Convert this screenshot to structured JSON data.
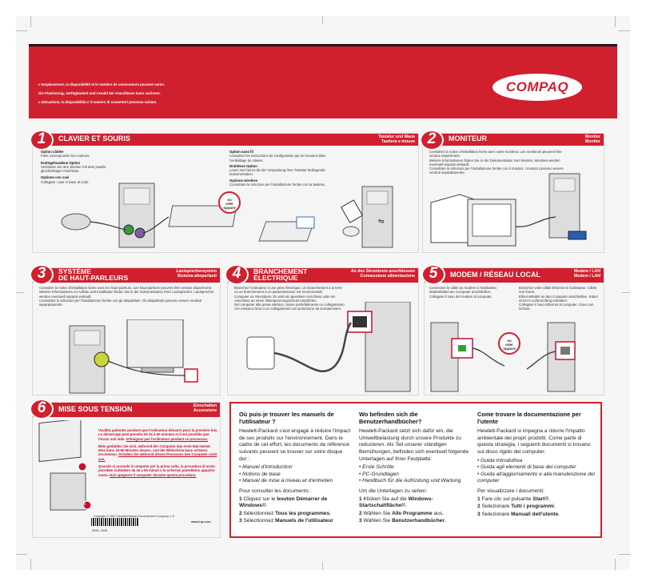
{
  "banner": {
    "line1": "L'emplacement, la disponibilité et le nombre de connecteurs peuvent varier.",
    "line2": "Die Platzierung, Verfügbarkeit und Anzahl der Anschlüsse kann variieren.",
    "line3": "L'ubicazione, la disponibilità e il numero di connettori possono variare.",
    "logo": "COMPAQ"
  },
  "or_badge": {
    "l1": "ou",
    "l2": "oder",
    "l3": "oppure"
  },
  "panel1": {
    "num": "1",
    "title": "CLAVIER ET SOURIS",
    "sub1": "Tastatur und Maus",
    "sub2": "Tastiera e mouse",
    "left": [
      {
        "b": "Option câblée",
        "t": "Faire correspondre les couleurs."
      },
      {
        "b": "Drahtgebundene Option",
        "t": "Verbinden Sie den Stecker mit dem jeweils gleichfarbigen Anschluss."
      },
      {
        "b": "Opzione con cavi",
        "t": "Collegare i cavi in base al color."
      }
    ],
    "right": [
      {
        "b": "Option sans fil",
        "t": "Consultez les instructions de configuration qui se trouvent dans l'emballage du clavier."
      },
      {
        "b": "Drahtlose Option",
        "t": "Lesen Sie hierzu die der Verpackung Ihrer Tastatur beiliegende Dokumentation."
      },
      {
        "b": "Opzione wireless",
        "t": "Consultare le istruzioni per l'installazione fornite con la tastiera."
      }
    ]
  },
  "panel2": {
    "num": "2",
    "title": "MONITEUR",
    "sub1": "Monitor",
    "sub2": "Monitor",
    "text": [
      "Consultez la notice d'installation livrée avec votre moniteur. Les moniteurs peuvent être vendus séparément.",
      "Weitere Informationen finden Sie in der Dokumentation zum Monitor. Monitore werden eventuell separat verkauft.",
      "Consultare le istruzioni per l'installazione fornite con il monitor. I monitor possono essere venduti separatamente."
    ]
  },
  "panel3": {
    "num": "3",
    "title1": "SYSTÈME",
    "title2": "DE HAUT-PARLEURS",
    "sub1": "Lautsprechersystem",
    "sub2": "Sistema altoparlanti",
    "text": [
      "Consulter la notice d'installation livrée avec les haut-parleurs. Les haut-parleurs peuvent être vendus séparément.",
      "Weitere Informationen zu Aufbau und Installation finden Sie in der Dokumentation Ihrer Lautsprecher. Lautsprecher werden eventuell separat verkauft.",
      "Consultare le istruzioni per l'installazione fornite con gli altoparlanti. Gli altoparlanti possono essere venduti separatamente."
    ]
  },
  "panel4": {
    "num": "4",
    "title1": "BRANCHEMENT",
    "title2": "ÉLECTRIQUE",
    "sub1": "An den Stromkreis anschliessen",
    "sub2": "Connessione alimentazione",
    "text": [
      "Branchez l'ordinateur à une prise électrique. Un branchement à la terre ou un branchement à un parasurtenseur est recommandé.",
      "Computer an Steckdose. Es wird ein geerdeter Anschluss oder ein Anschluss an einen Überspannungsschutz empfohlen.",
      "Del computer alla presa elettrica. Usare preferibilmente un collegamento con messa a terra o un collegamento con protezione da sovratensioni."
    ]
  },
  "panel5": {
    "num": "5",
    "title": "MODEM / RÉSEAU LOCAL",
    "sub1": "Modem / LAN",
    "sub2": "Modem / LAN",
    "left": [
      "Connectez le câble du modem à l'ordinateur.",
      "Modemkabel am Computer anschließen.",
      "Collegare il cavo del modem al computer."
    ],
    "right": [
      "Branchez votre câble Ethernet à l'ordinateur. Câble non fourni.",
      "Ethernetkabel an den Computer anschließen. Kabel nicht im Lieferumfang enthalten.",
      "Collegare il cavo Ethernet al computer. Cavo non incluso."
    ]
  },
  "panel6": {
    "num": "6",
    "title": "MISE SOUS TENSION",
    "sub1": "Einschalten",
    "sub2": "Accensione",
    "p1": "Veuillez patienter pendant que l'ordinateur démarre pour la première fois. Le démarrage peut prendre de 15 à 60 minutes et il est possible que l'écran soit vide.",
    "p1u": "N'éteignez pas l'ordinateur pendant ce processus.",
    "p2": "Bitte gedulden Sie sich, während der Computer das erste Mal startet. Dies kann 15-60 Minuten dauern, und der Bildschirm kann schwarz erscheinen.",
    "p2u": "Schalten Sie während dieses Prozesses den Computer nicht aus.",
    "p3": "Quando si accende il computer per la prima volta, la procedura di avvio potrebbe richiedere da 15 a 60 minuti e lo schermo potrebbero apparire vuoto.",
    "p3u": "Non spegnere il computer durante questa procedura.",
    "m1": "1",
    "m2": "2",
    "copyright": "Copyright © 2007 Hewlett-Packard Development Company, L.P.",
    "printed": "Printed in",
    "web": "www.hp.com",
    "barcode_text": "5991-7608"
  },
  "info": {
    "fr": {
      "title": "Où puis-je trouver les manuels de l'utilisateur ?",
      "intro": "Hewlett-Packard s'est engagé à réduire l'impact de ses produits sur l'environnement. Dans le cadre de cet effort, les documents de référence suivants peuvent se trouver sur votre disque dur :",
      "items": [
        "Manuel d'introduction",
        "Notions de base",
        "Manuel de mise à niveau et d'entretien"
      ],
      "consult": "Pour consulter les documents :",
      "steps": [
        {
          "n": "1",
          "a": "Cliquez sur le ",
          "b": "bouton Démarrer de Windows",
          "c": "®."
        },
        {
          "n": "2",
          "a": "Sélectionnez ",
          "b": "Tous les programmes",
          "c": "."
        },
        {
          "n": "3",
          "a": "Sélectionnez ",
          "b": "Manuels de l'utilisateur",
          "c": ""
        }
      ]
    },
    "de": {
      "title": "Wo befinden sich die Benutzerhandbücher?",
      "intro": "Hewlett-Packard setzt sich dafür ein, die Umweltbelastung durch unsere Produkte zu reduzieren. Als Teil unserer ständigen Bemühungen, befinden sich eventuell folgende Unterlagen auf Ihrer Festplatte:",
      "items": [
        "Erste Schritte",
        "PC-Grundlagen",
        "Handbuch für die Aufrüstung und Wartung"
      ],
      "consult": "Um die Unterlagen zu sehen:",
      "steps": [
        {
          "n": "1",
          "a": "Klicken Sie auf die ",
          "b": "Windows-Startschaltfläche",
          "c": "®."
        },
        {
          "n": "2",
          "a": "Wählen Sie ",
          "b": "Alle Programme",
          "c": " aus."
        },
        {
          "n": "3",
          "a": "Wählen Sie ",
          "b": "Benutzerhandbücher",
          "c": "."
        }
      ]
    },
    "it": {
      "title": "Come trovare la documentazione per l'utente",
      "intro": "Hewlett-Packard si impegna a ridurre l'impatto ambientale dei propri prodotti. Come parte di questa strategia, i seguenti documenti si trovano sul disco rigido del computer:",
      "items": [
        "Guida Introduttiva",
        "Guida agli elementi di base del computer",
        "Guida all'aggiornamento e alla manutenzione del computer"
      ],
      "consult": "Per visualizzare i documenti:",
      "steps": [
        {
          "n": "1",
          "a": "Fare clic sul pulsante ",
          "b": "Start",
          "c": "®."
        },
        {
          "n": "2",
          "a": "Selezionare ",
          "b": "Tutti i programmi",
          "c": "."
        },
        {
          "n": "3",
          "a": "Selezionare ",
          "b": "Manuali dell'utente",
          "c": "."
        }
      ]
    }
  }
}
